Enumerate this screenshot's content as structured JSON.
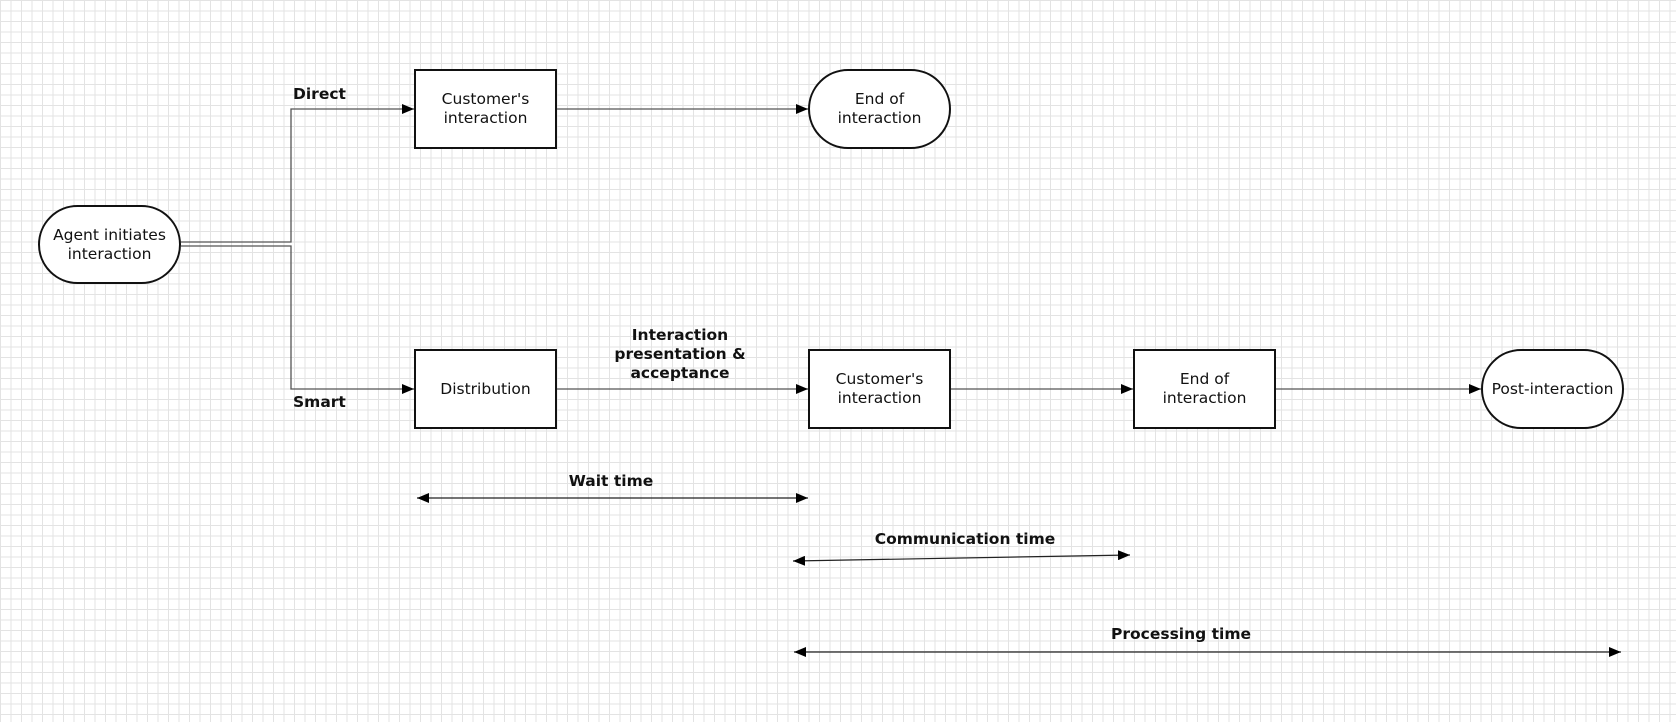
{
  "nodes": {
    "agent": "Agent initiates interaction",
    "direct_customer": "Customer's interaction",
    "direct_end": "End of interaction",
    "distribution": "Distribution",
    "smart_customer": "Customer's interaction",
    "smart_end": "End of interaction",
    "post": "Post-interaction"
  },
  "edge_labels": {
    "direct": "Direct",
    "smart": "Smart",
    "presentation": "Interaction presentation & acceptance"
  },
  "spans": {
    "wait": "Wait time",
    "communication": "Communication time",
    "processing": "Processing time"
  }
}
